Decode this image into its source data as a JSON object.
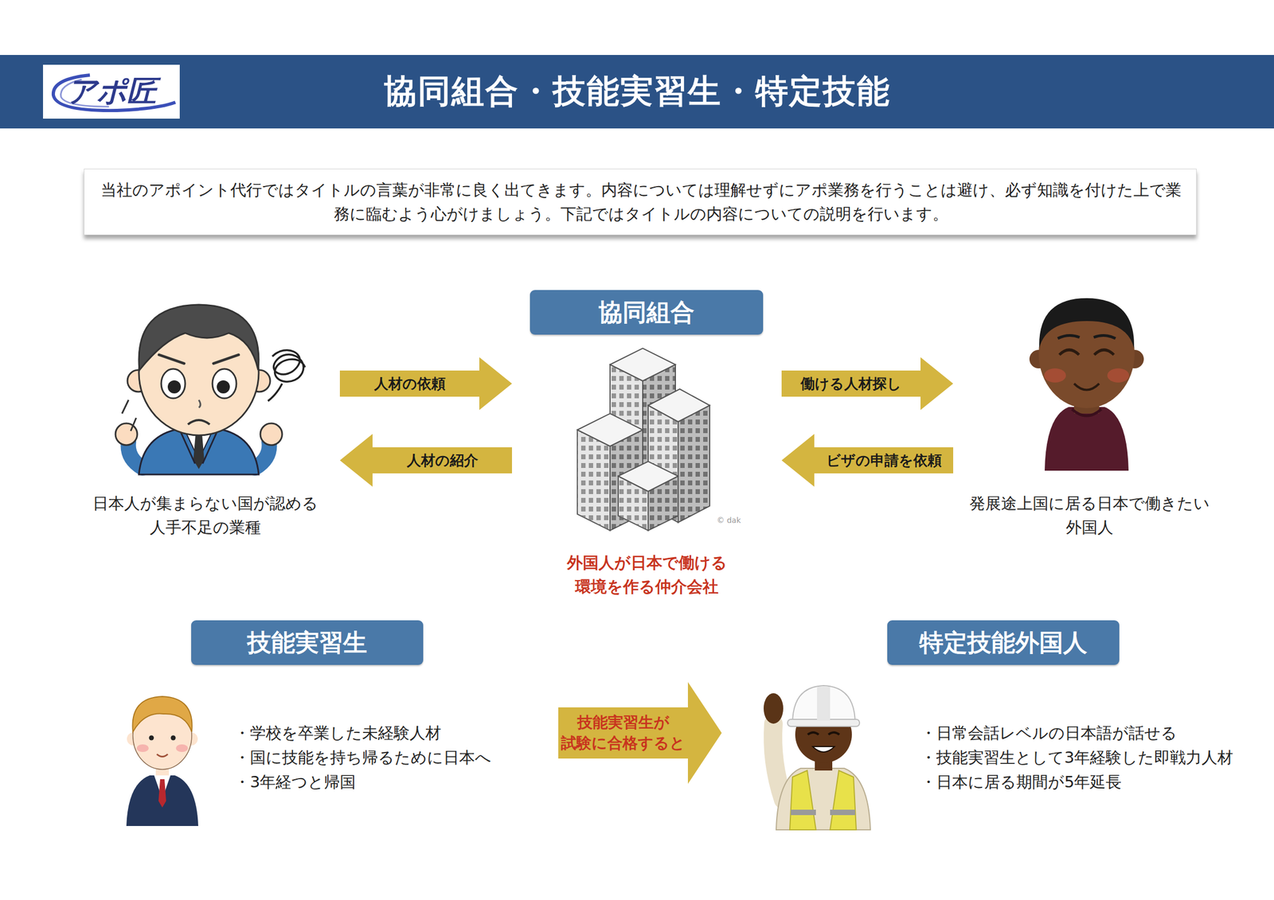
{
  "diagram": {
    "title": "協同組合・技能実習生・特定技能",
    "nodes": [
      {
        "text": [
          "当社のアポイント代行ではタイトルの言葉が非常に良く出てきます。内容については理解せずにアポ業務を行うことは避け、必ず知識を付けた上で業 務に臨むよう心がけましょう。下記ではタイトルの内容についての説明を行います。"
        ]
      },
      {
        "text": [
          "日本人が集まらない国が認める 人手不足の業種"
        ]
      },
      {
        "text": [
          "協同組合",
          "外国人が日本で働ける 環境を作る仲介会社"
        ]
      },
      {
        "text": [
          "発展途上国に居る日本で働きたい 外国人"
        ]
      },
      {
        "text": [
          "技能実習生",
          "・学校を卒業した未経験人材",
          "・国に技能を持ち帰るために日本へ",
          "・3年経つと帰国"
        ]
      },
      {
        "text": [
          "特定技能外国人",
          "・日常会話レベルの日本語が話せる",
          "・技能実習生として3年経験した即戦力人材",
          "・日本に居る期間が5年延長"
        ]
      }
    ],
    "edges": [
      {
        "from": 1,
        "to": 2,
        "label": "人材の依頼",
        "arrow": "to"
      },
      {
        "from": 2,
        "to": 1,
        "label": "人材の紹介",
        "arrow": "to"
      },
      {
        "from": 2,
        "to": 3,
        "label": "働ける人材探し",
        "arrow": "to"
      },
      {
        "from": 3,
        "to": 2,
        "label": "ビザの申請を依頼",
        "arrow": "to"
      },
      {
        "from": 4,
        "to": 5,
        "label": "技能実習生が 試験に合格すると",
        "arrow": "to"
      }
    ],
    "labels": [
      "アポ匠",
      "© dak"
    ]
  }
}
